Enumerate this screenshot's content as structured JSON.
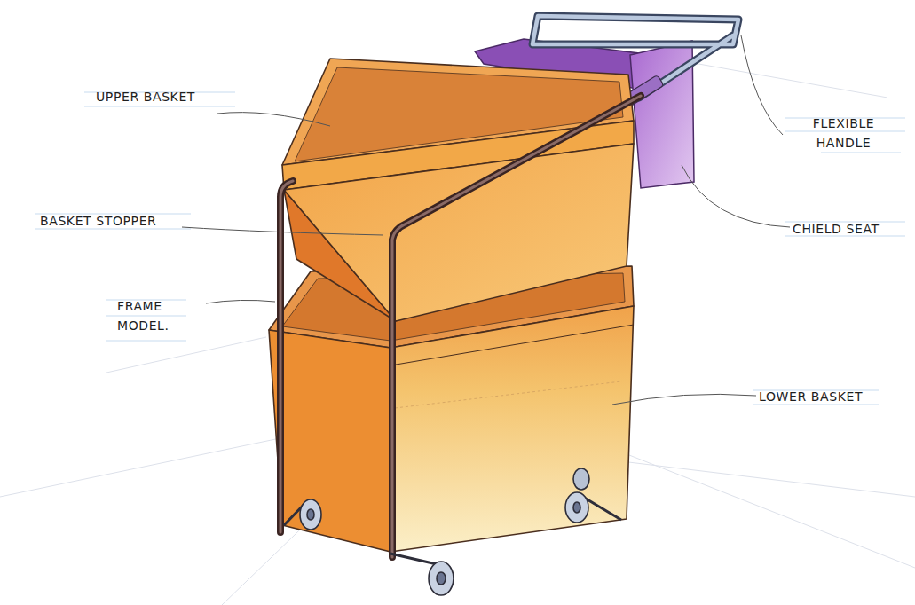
{
  "diagram": {
    "labels": [
      "UPPER BASKET",
      "FLEXIBLE HANDLE",
      "BASKET STOPPER",
      "CHIELD SEAT",
      "FRAME MODEL.",
      "LOWER BASKET"
    ]
  }
}
